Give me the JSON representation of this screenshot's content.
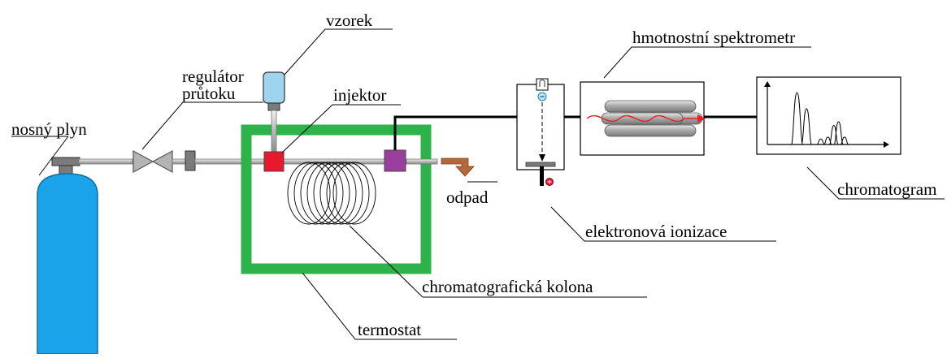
{
  "labels": {
    "carrier_gas": "nosný plyn",
    "flow_regulator_line1": "regulátor",
    "flow_regulator_line2": "průtoku",
    "sample": "vzorek",
    "injector": "injektor",
    "waste": "odpad",
    "column": "chromatografická kolona",
    "thermostat": "termostat",
    "ionization": "elektronová ionizace",
    "mass_spectrometer": "hmotnostní spektrometr",
    "chromatogram": "chromatogram"
  },
  "colors": {
    "gas_cylinder": "#1aa3e8",
    "thermostat_frame": "#2db34a",
    "injector_block": "#e8192c",
    "detector_block": "#9b3f9e",
    "sample_vial": "#9fd4ee",
    "waste_arrow": "#b5693a",
    "ion_beam": "#e82020",
    "pipe": "#000000",
    "valve": "#b4b4b4"
  },
  "chromatogram_peaks": [
    {
      "rt": 0.25,
      "height": 0.84
    },
    {
      "rt": 0.33,
      "height": 0.58
    },
    {
      "rt": 0.45,
      "height": 0.09
    },
    {
      "rt": 0.51,
      "height": 0.12
    },
    {
      "rt": 0.56,
      "height": 0.31
    },
    {
      "rt": 0.6,
      "height": 0.37
    },
    {
      "rt": 0.65,
      "height": 0.12
    }
  ]
}
